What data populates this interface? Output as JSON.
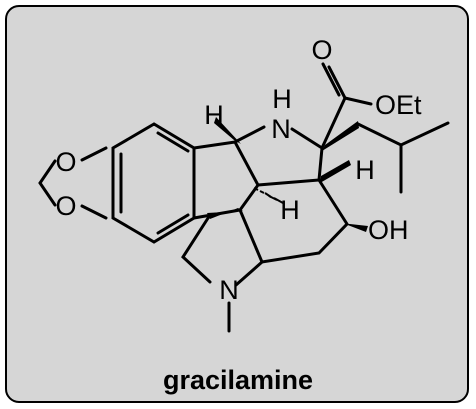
{
  "compound": {
    "name": "gracilamine",
    "atom_labels": {
      "o_dioxole_top": "O",
      "o_dioxole_bottom": "O",
      "h_c1": "H",
      "nh_h": "H",
      "nh_n": "N",
      "carbonyl_o": "O",
      "oet": "OEt",
      "h_c5": "H",
      "h_c4": "H",
      "oh": "OH",
      "n_methyl": "N"
    }
  }
}
